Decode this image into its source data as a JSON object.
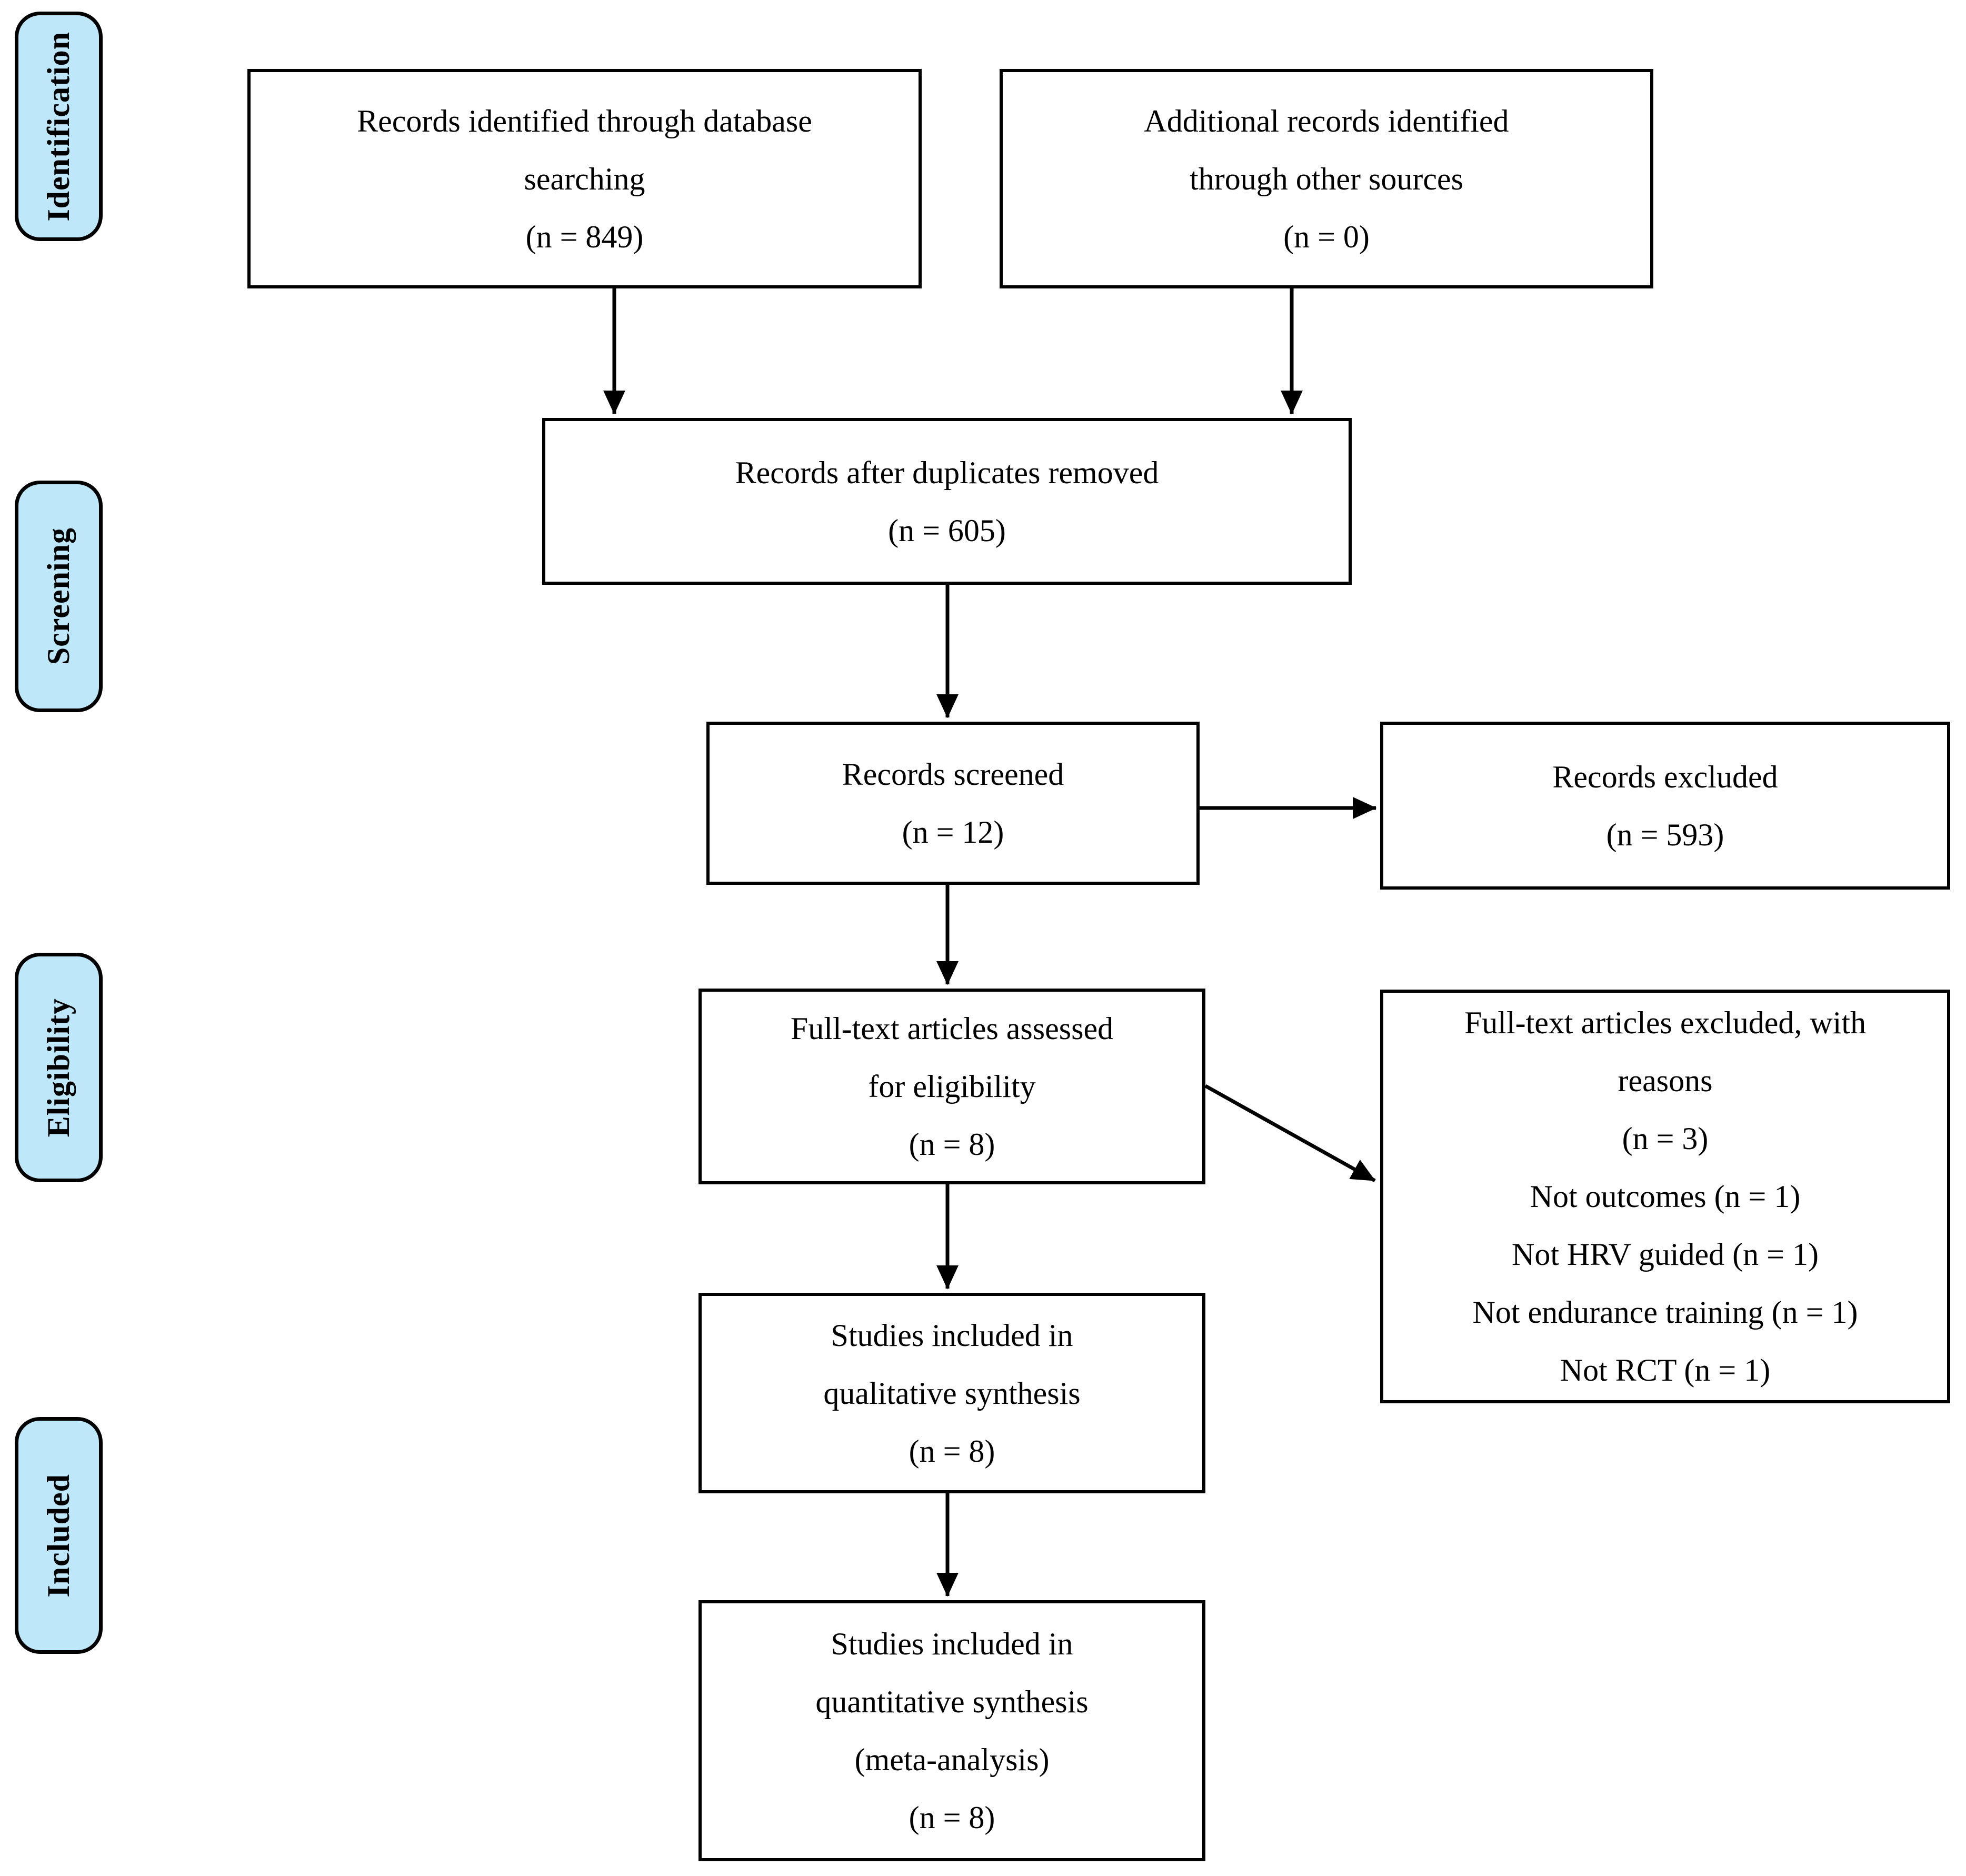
{
  "colors": {
    "stage_fill": "#BEE7FA",
    "stage_border": "#000000",
    "box_fill": "#FFFFFF",
    "box_border": "#000000",
    "arrow": "#000000",
    "text": "#000000"
  },
  "stages": [
    {
      "label": "Identification"
    },
    {
      "label": "Screening"
    },
    {
      "label": "Eligibility"
    },
    {
      "label": "Included"
    }
  ],
  "boxes": {
    "identified": {
      "lines": [
        "Records identified through database",
        "searching",
        "(n = 849)"
      ]
    },
    "additional": {
      "lines": [
        "Additional records identified",
        "through other sources",
        "(n = 0)"
      ]
    },
    "deduplicated": {
      "lines": [
        "Records after duplicates removed",
        "(n = 605)"
      ]
    },
    "screened": {
      "lines": [
        "Records screened",
        "(n = 12)"
      ]
    },
    "excluded": {
      "lines": [
        "Records excluded",
        "(n = 593)"
      ]
    },
    "fulltext": {
      "lines": [
        "Full-text articles assessed",
        "for eligibility",
        "(n = 8)"
      ]
    },
    "fulltext_excluded": {
      "lines": [
        "Full-text articles excluded, with",
        "reasons",
        "(n = 3)",
        "Not outcomes (n = 1)",
        "Not HRV guided (n = 1)",
        "Not endurance training (n = 1)",
        "Not RCT (n = 1)"
      ]
    },
    "qualitative": {
      "lines": [
        "Studies included in",
        "qualitative synthesis",
        "(n = 8)"
      ]
    },
    "quantitative": {
      "lines": [
        "Studies included in",
        "quantitative synthesis",
        "(meta-analysis)",
        "(n = 8)"
      ]
    }
  }
}
